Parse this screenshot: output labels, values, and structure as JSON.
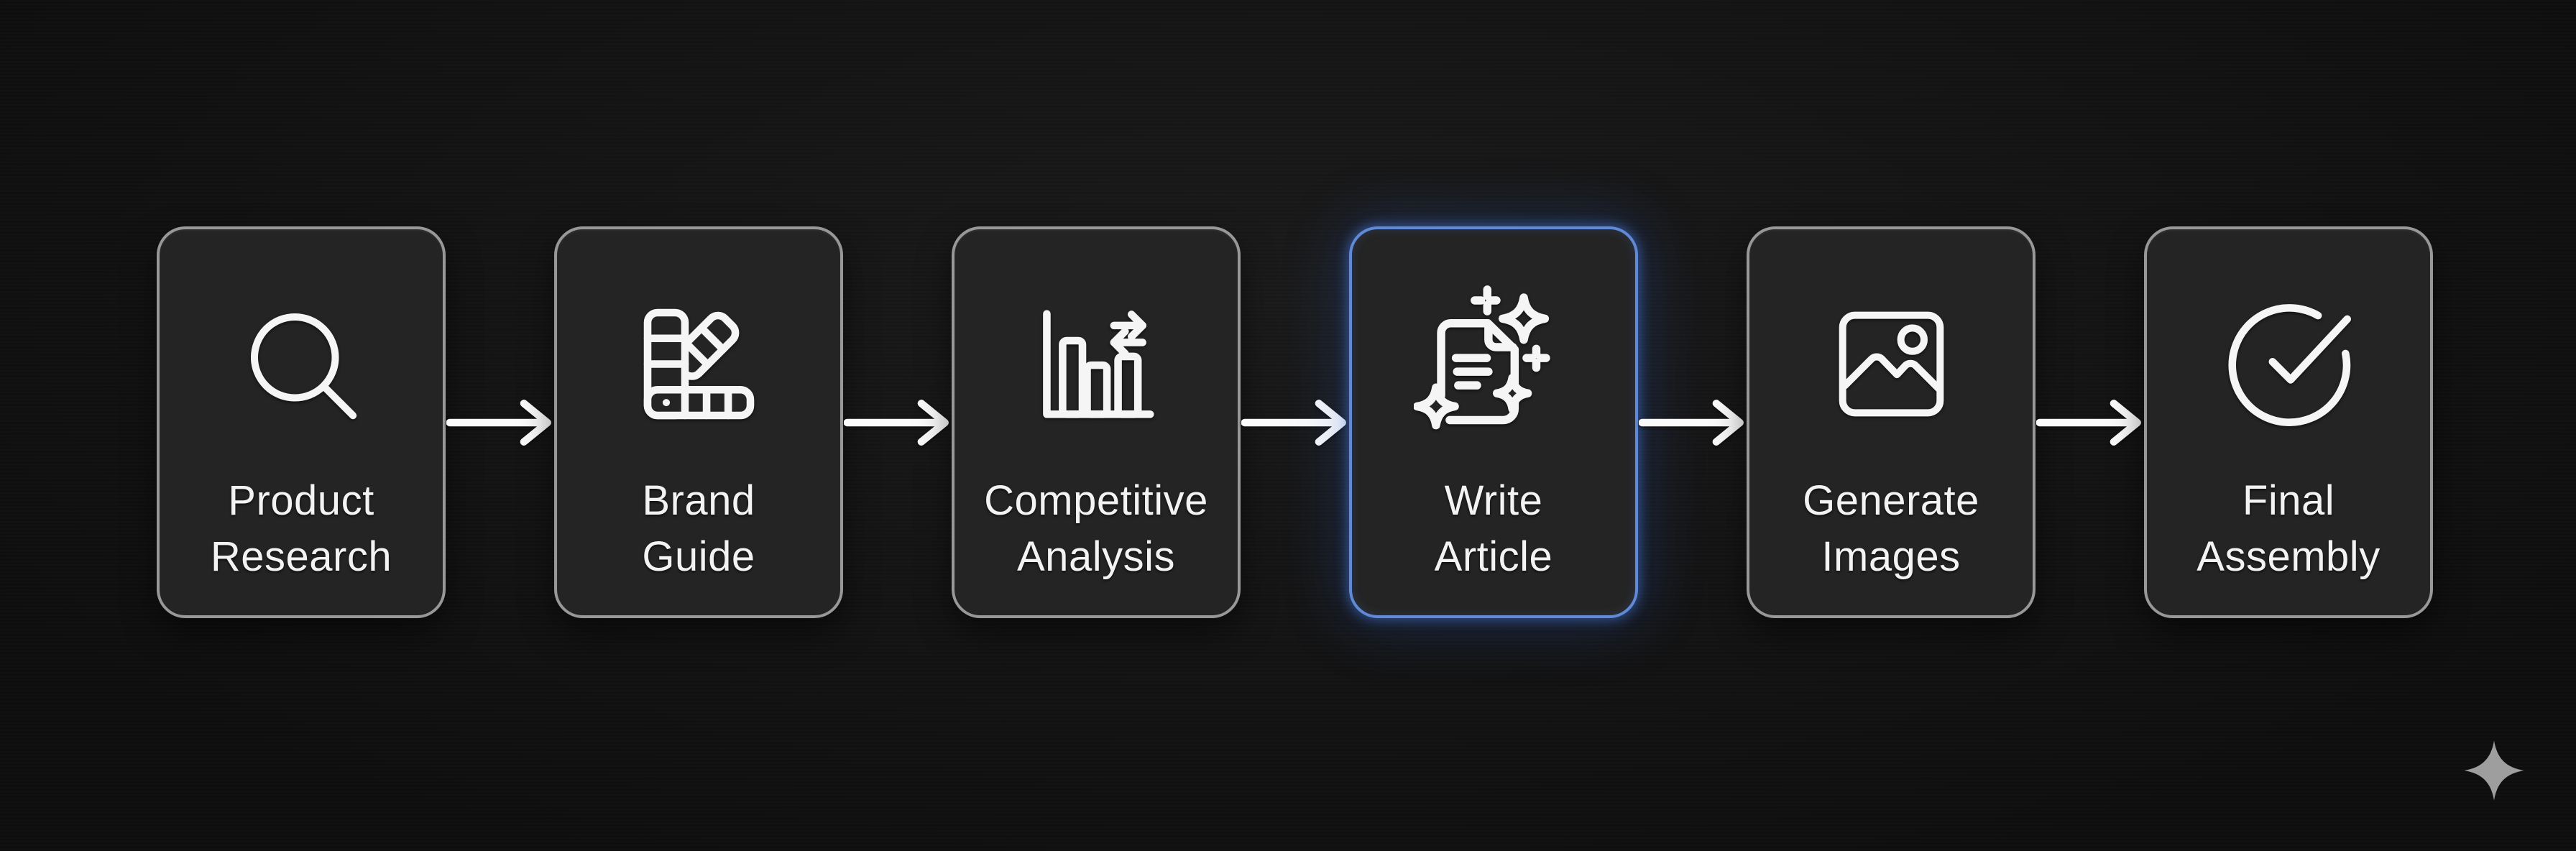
{
  "workflow": {
    "steps": [
      {
        "label": "Product Research",
        "line1": "Product",
        "line2": "Research",
        "icon": "search",
        "active": false
      },
      {
        "label": "Brand Guide",
        "line1": "Brand",
        "line2": "Guide",
        "icon": "swatch-book",
        "active": false
      },
      {
        "label": "Competitive Analysis",
        "line1": "Competitive",
        "line2": "Analysis",
        "icon": "bar-chart-compare",
        "active": false
      },
      {
        "label": "Write Article",
        "line1": "Write",
        "line2": "Article",
        "icon": "file-sparkles",
        "active": true
      },
      {
        "label": "Generate Images",
        "line1": "Generate",
        "line2": "Images",
        "icon": "image",
        "active": false
      },
      {
        "label": "Final Assembly",
        "line1": "Final",
        "line2": "Assembly",
        "icon": "circle-check-big",
        "active": false
      }
    ],
    "connector": "arrow-right",
    "colors": {
      "background_top": "#1a1a1a",
      "background_bottom": "#0e0e0e",
      "card_bg": "#242424",
      "card_border": "#989898",
      "active_border": "#6189d6",
      "active_glow": "rgba(70,125,230,0.50)",
      "icon_stroke": "#f5f5f5",
      "label": "#f3f3f3",
      "arrow": "#fafafa",
      "sparkle": "#9e9e9e"
    }
  },
  "decoration": {
    "corner_sparkle": "four-point-star"
  }
}
